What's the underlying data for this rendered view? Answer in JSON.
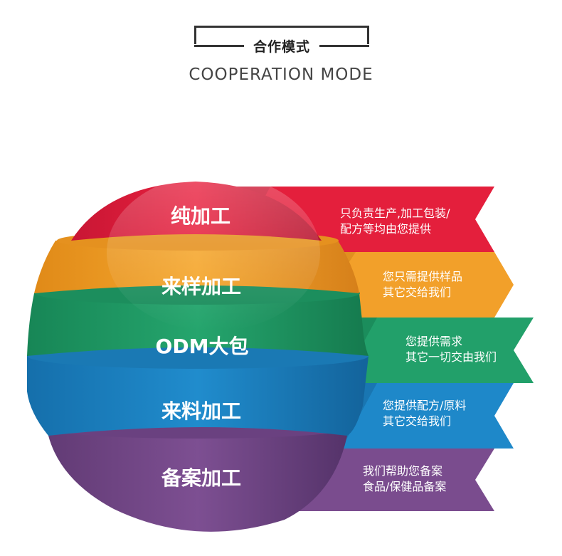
{
  "header": {
    "title": "合作模式",
    "subtitle": "COOPERATION MODE"
  },
  "layers": [
    {
      "label": "纯加工",
      "desc_line1": "只负责生产,加工包装/",
      "desc_line2": "配方等均由您提供",
      "color": "#e41f3c"
    },
    {
      "label": "来样加工",
      "desc_line1": "您只需提供样品",
      "desc_line2": "其它交给我们",
      "color": "#f2a02a"
    },
    {
      "label": "ODM大包",
      "desc_line1": "您提供需求",
      "desc_line2": "其它一切交由我们",
      "color": "#22a06a"
    },
    {
      "label": "来料加工",
      "desc_line1": "您提供配方/原料",
      "desc_line2": "其它交给我们",
      "color": "#1e88c9"
    },
    {
      "label": "备案加工",
      "desc_line1": "我们帮助您备案",
      "desc_line2": "食品/保健品备案",
      "color": "#7a4c8e"
    }
  ]
}
